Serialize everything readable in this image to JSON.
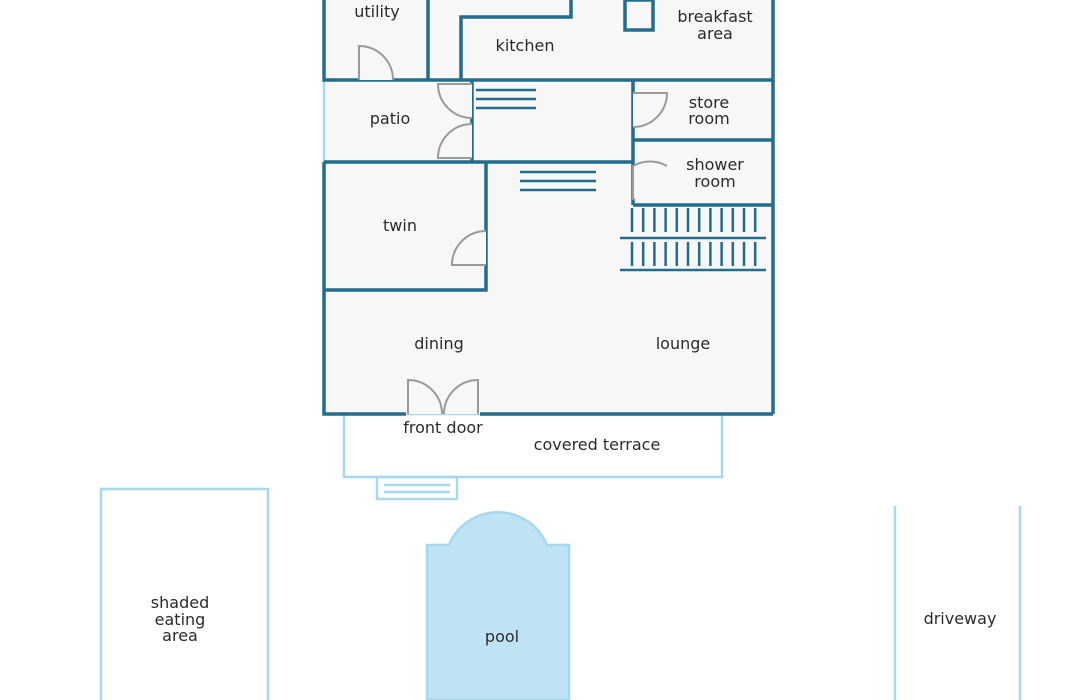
{
  "colors": {
    "wall": "#246c8c",
    "floor": "#f7f7f7",
    "exterior_outline": "#a8d8ee",
    "pool_fill": "#bfe3f5",
    "door": "#9a9a9a",
    "text": "#2b2b2b"
  },
  "rooms": {
    "utility": "utility",
    "kitchen": "kitchen",
    "breakfast_line1": "breakfast",
    "breakfast_line2": "area",
    "patio": "patio",
    "store_line1": "store",
    "store_line2": "room",
    "shower_line1": "shower",
    "shower_line2": "room",
    "twin": "twin",
    "dining": "dining",
    "lounge": "lounge"
  },
  "exterior": {
    "front_door": "front door",
    "covered_terrace": "covered terrace",
    "shaded_line1": "shaded",
    "shaded_line2": "eating",
    "shaded_line3": "area",
    "pool": "pool",
    "driveway": "driveway"
  }
}
